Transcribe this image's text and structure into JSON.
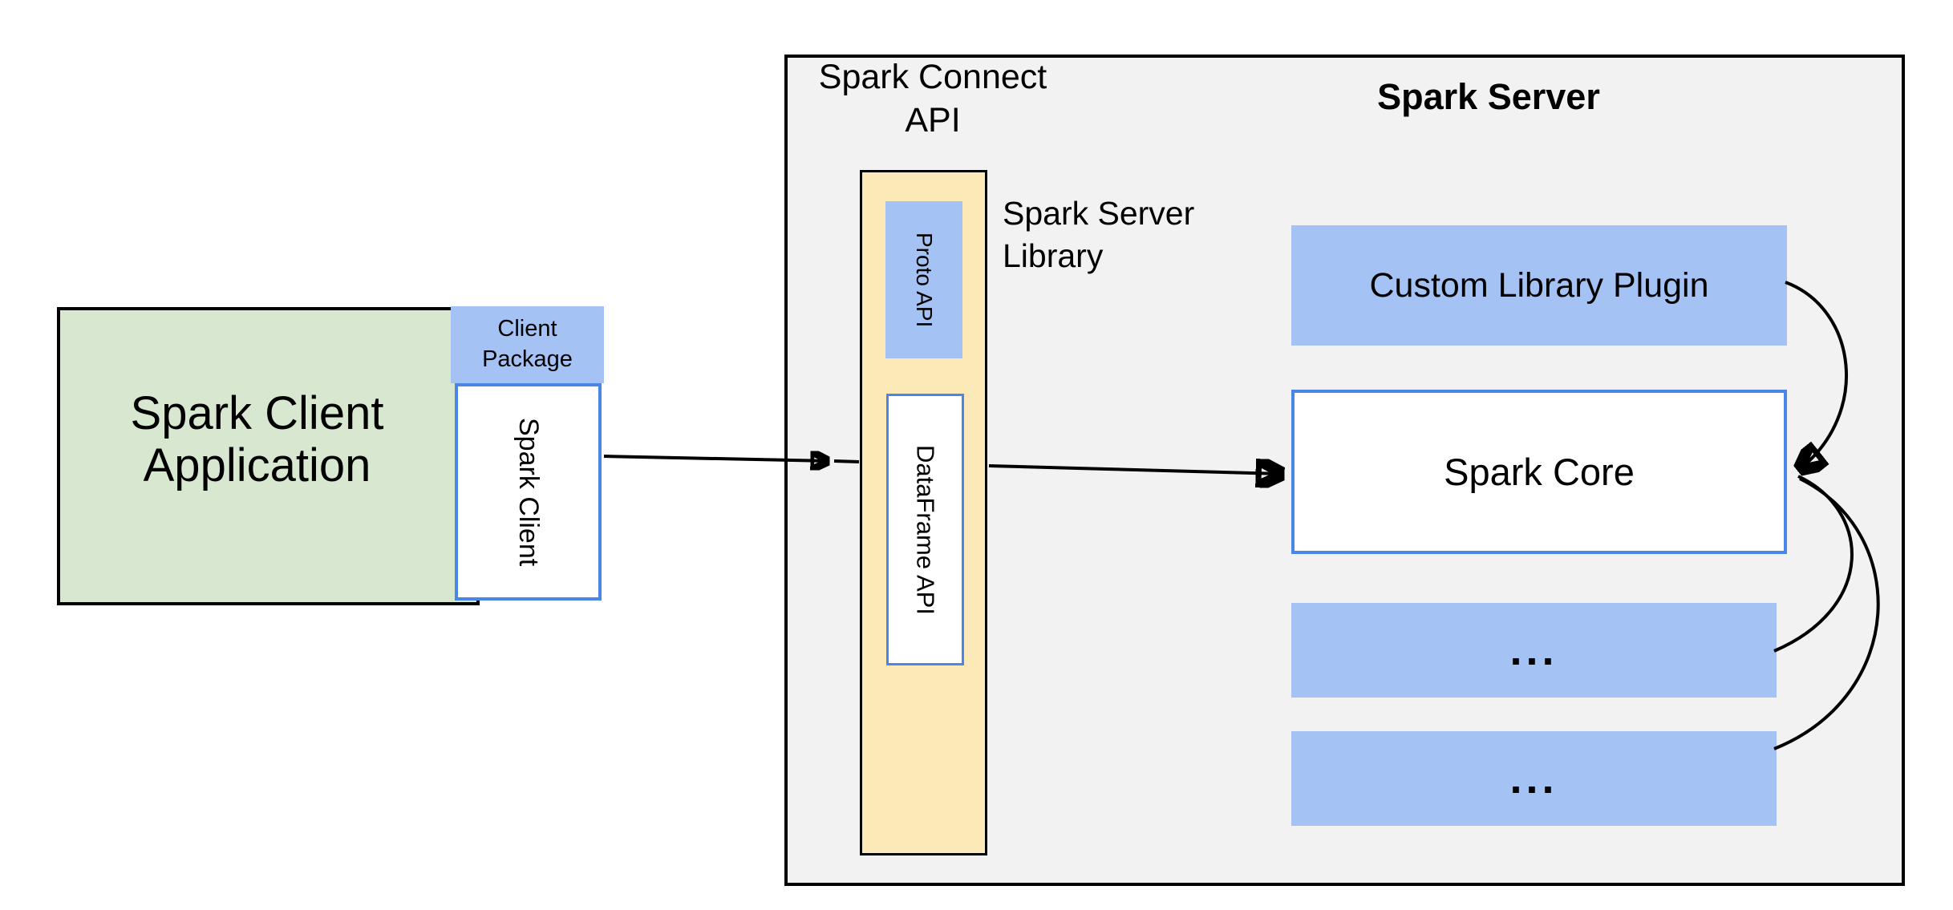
{
  "colors": {
    "client_app_fill": "#D8E7CF",
    "accent_blue_fill": "#A4C2F4",
    "yellow_fill": "#FCE9B8",
    "server_fill": "#F2F2F2",
    "blue_border": "#4A86E8",
    "black": "#000000"
  },
  "client": {
    "app_label_line1": "Spark Client",
    "app_label_line2": "Application",
    "package_label_line1": "Client",
    "package_label_line2": "Package",
    "spark_client_label": "Spark Client"
  },
  "connect_api": {
    "title_line1": "Spark Connect",
    "title_line2": "API",
    "proto_api_label": "Proto API",
    "dataframe_api_label": "DataFrame API",
    "library_caption_line1": "Spark Server",
    "library_caption_line2": "Library"
  },
  "server": {
    "title": "Spark Server",
    "custom_plugin_label": "Custom Library Plugin",
    "core_label": "Spark Core",
    "ellipsis_1": "...",
    "ellipsis_2": "..."
  }
}
